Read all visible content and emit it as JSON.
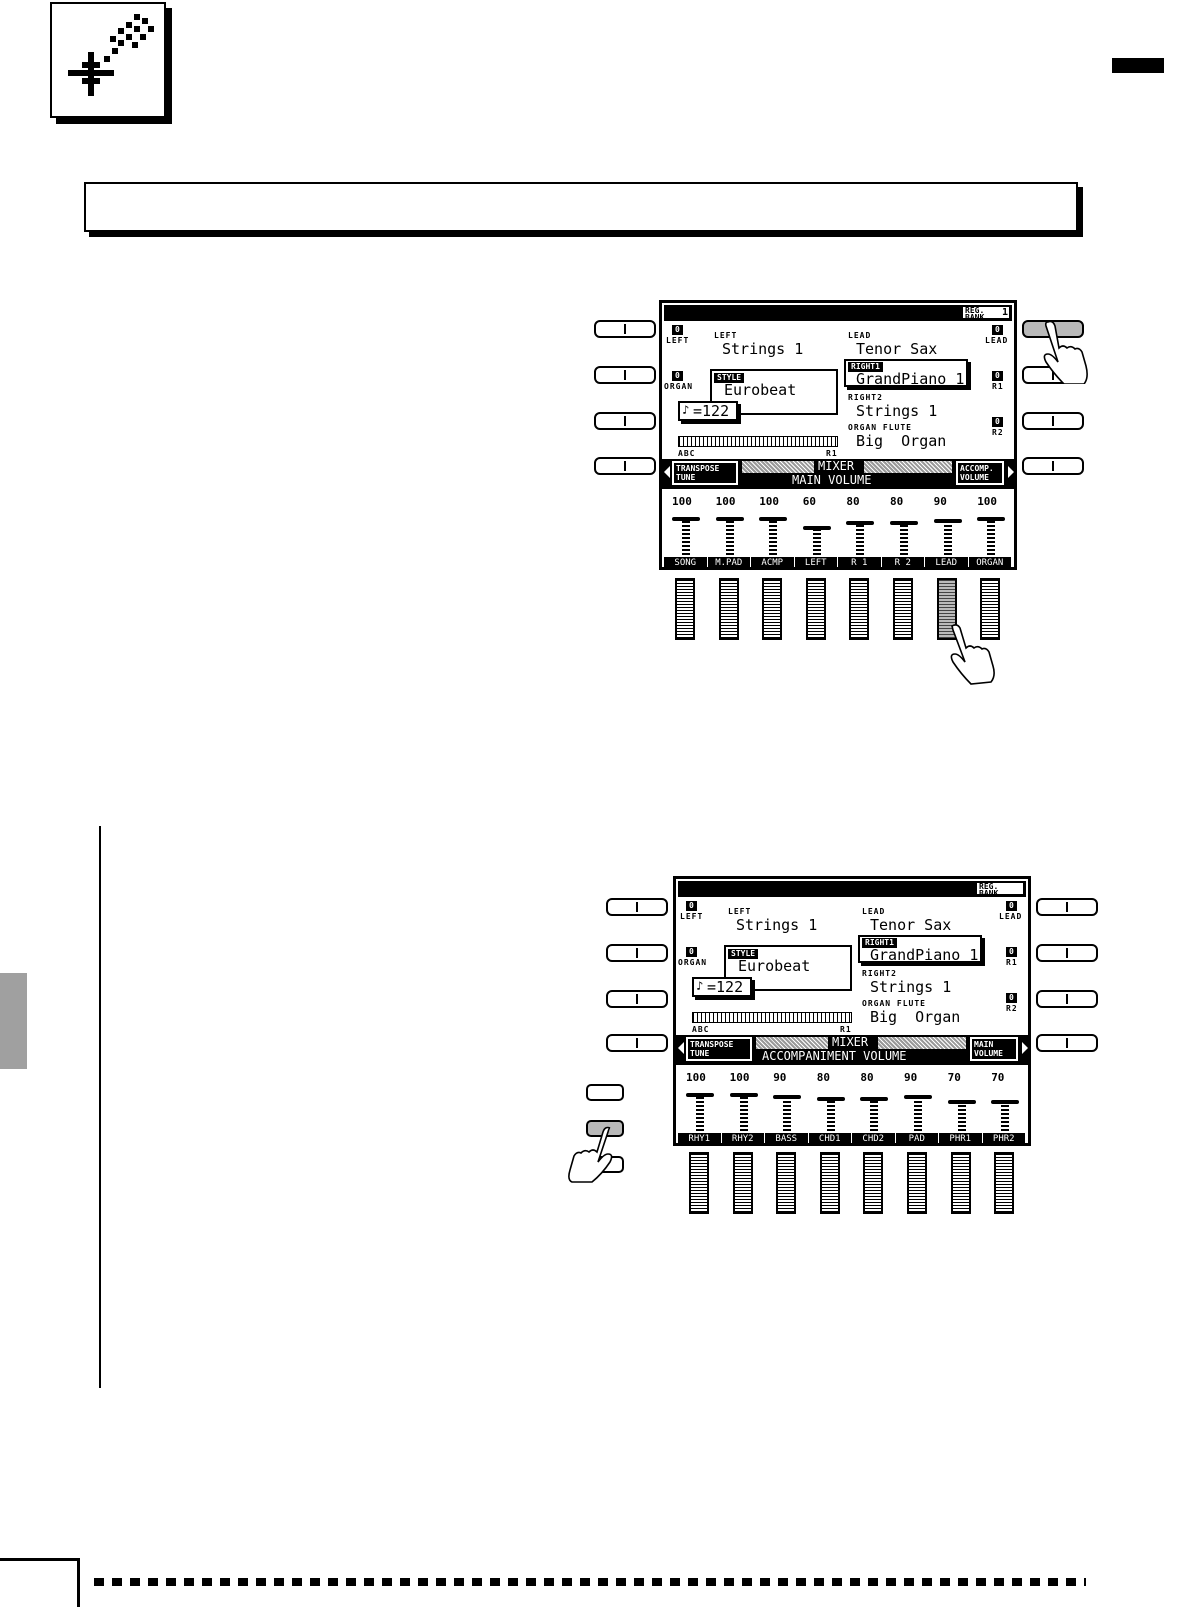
{
  "panel1": {
    "reg_bank": "REG.\nBANK",
    "reg_bank_num": "1",
    "left_num": "0",
    "left_side": "LEFT",
    "organ_num": "0",
    "organ_side": "ORGAN",
    "lead_num": "0",
    "lead_side": "LEAD",
    "r1_num": "0",
    "r1_side": "R1",
    "r2_num": "0",
    "r2_side": "R2",
    "left_label": "LEFT",
    "left_voice": "Strings 1",
    "lead_label": "LEAD",
    "lead_voice": "Tenor Sax",
    "style_label": "STYLE",
    "style_value": "Eurobeat",
    "tempo": "=122",
    "right1_label": "RIGHT1",
    "right1_voice": "GrandPiano 1",
    "right2_label": "RIGHT2",
    "right2_voice": "Strings 1",
    "organ_flute_label": "ORGAN FLUTE",
    "organ_flute_value": "Big  Organ",
    "abc": "ABC",
    "r1_mark": "R1",
    "left_tag": "TRANSPOSE\nTUNE",
    "mixer": "MIXER",
    "right_tag": "ACCOMP.\nVOLUME",
    "mode": "MAIN VOLUME",
    "values": [
      "100",
      "100",
      "100",
      "60",
      "80",
      "80",
      "90",
      "100"
    ],
    "levels": [
      1.0,
      1.0,
      1.0,
      0.6,
      0.8,
      0.8,
      0.9,
      1.0
    ],
    "channels": [
      "SONG",
      "M.PAD",
      "ACMP",
      "LEFT",
      "R 1",
      "R 2",
      "LEAD",
      "ORGAN"
    ]
  },
  "panel2": {
    "reg_bank": "REG.\nBANK",
    "left_num": "0",
    "left_side": "LEFT",
    "organ_num": "0",
    "organ_side": "ORGAN",
    "lead_num": "0",
    "lead_side": "LEAD",
    "r1_num": "0",
    "r1_side": "R1",
    "r2_num": "0",
    "r2_side": "R2",
    "left_label": "LEFT",
    "left_voice": "Strings 1",
    "lead_label": "LEAD",
    "lead_voice": "Tenor Sax",
    "style_label": "STYLE",
    "style_value": "Eurobeat",
    "tempo": "=122",
    "right1_label": "RIGHT1",
    "right1_voice": "GrandPiano 1",
    "right2_label": "RIGHT2",
    "right2_voice": "Strings 1",
    "organ_flute_label": "ORGAN FLUTE",
    "organ_flute_value": "Big  Organ",
    "abc": "ABC",
    "r1_mark": "R1",
    "left_tag": "TRANSPOSE\nTUNE",
    "mixer": "MIXER",
    "right_tag": "MAIN\nVOLUME",
    "mode": "ACCOMPANIMENT VOLUME",
    "values": [
      "100",
      "100",
      "90",
      "80",
      "80",
      "90",
      "70",
      "70"
    ],
    "levels": [
      1.0,
      1.0,
      0.9,
      0.8,
      0.8,
      0.9,
      0.7,
      0.7
    ],
    "channels": [
      "RHY1",
      "RHY2",
      "BASS",
      "CHD1",
      "CHD2",
      "PAD",
      "PHR1",
      "PHR2"
    ]
  }
}
